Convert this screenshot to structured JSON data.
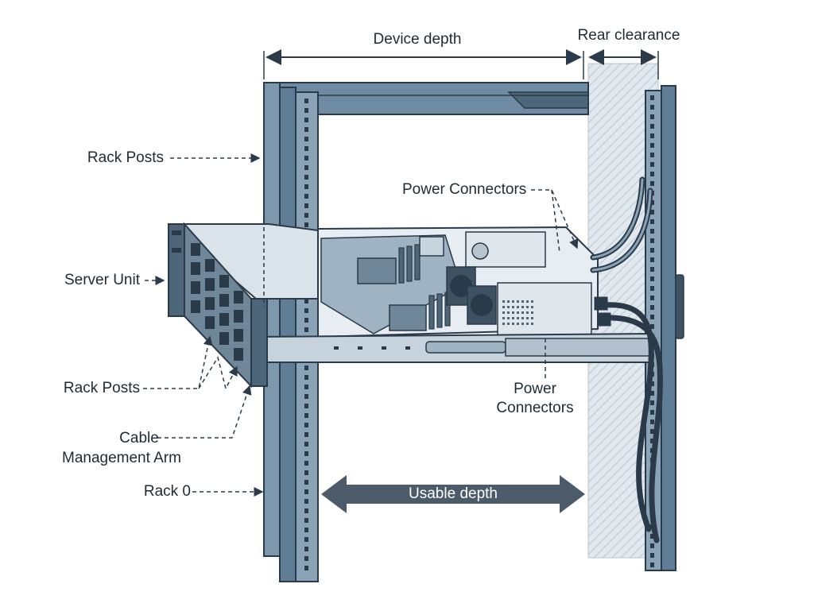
{
  "labels": {
    "device_depth": "Device depth",
    "rear_clearance": "Rear clearance",
    "rack_posts_top": "Rack Posts",
    "power_connectors_top": "Power Connectors",
    "server_unit": "Server Unit",
    "rack_posts_mid": "Rack Posts",
    "power_connectors_bottom_line1": "Power",
    "power_connectors_bottom_line2": "Connectors",
    "cable_mgmt_line1": "Cable",
    "cable_mgmt_line2": "Management Arm",
    "rack_zero": "Rack 0",
    "usable_depth": "Usable depth"
  },
  "colors": {
    "post_fill": "#5f7d96",
    "post_dark": "#2a3a48",
    "chassis": "#c7d3dc",
    "chassis_dark": "#8fa2b1",
    "clearance": "#dfe6ec",
    "pill": "#4b5b69",
    "text": "#1f2a33"
  }
}
